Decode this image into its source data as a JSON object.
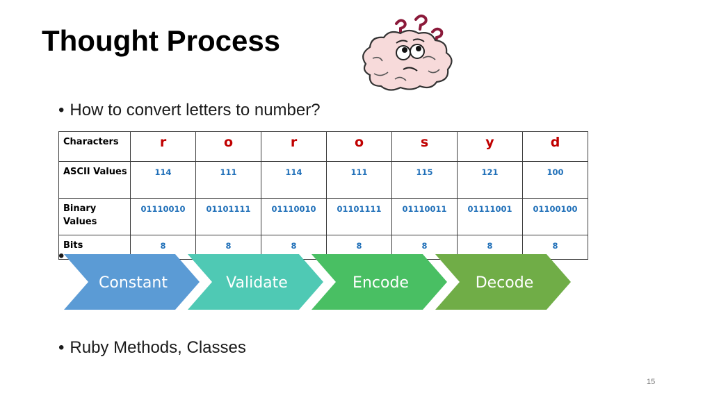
{
  "slide": {
    "title": "Thought Process",
    "page_number": "15"
  },
  "bullets": {
    "b1": "How to convert letters to number?",
    "b2": "",
    "b3": "Ruby Methods, Classes",
    "marker": "•"
  },
  "table": {
    "row_labels": [
      "Characters",
      "ASCII Values",
      "Binary Values",
      "Bits"
    ],
    "characters": [
      "r",
      "o",
      "r",
      "o",
      "s",
      "y",
      "d"
    ],
    "ascii": [
      "114",
      "111",
      "114",
      "111",
      "115",
      "121",
      "100"
    ],
    "binary": [
      "01110010",
      "01101111",
      "01110010",
      "01101111",
      "01110011",
      "01111001",
      "01100100"
    ],
    "bits": [
      "8",
      "8",
      "8",
      "8",
      "8",
      "8",
      "8"
    ]
  },
  "process": {
    "steps": [
      {
        "label": "Constant",
        "color": "#5b9bd5"
      },
      {
        "label": "Validate",
        "color": "#4fc9b4"
      },
      {
        "label": "Encode",
        "color": "#49bf63"
      },
      {
        "label": "Decode",
        "color": "#70ad47"
      }
    ]
  },
  "illustration": {
    "icon": "confused-brain-icon",
    "question_mark_color": "#8b1a3a"
  }
}
